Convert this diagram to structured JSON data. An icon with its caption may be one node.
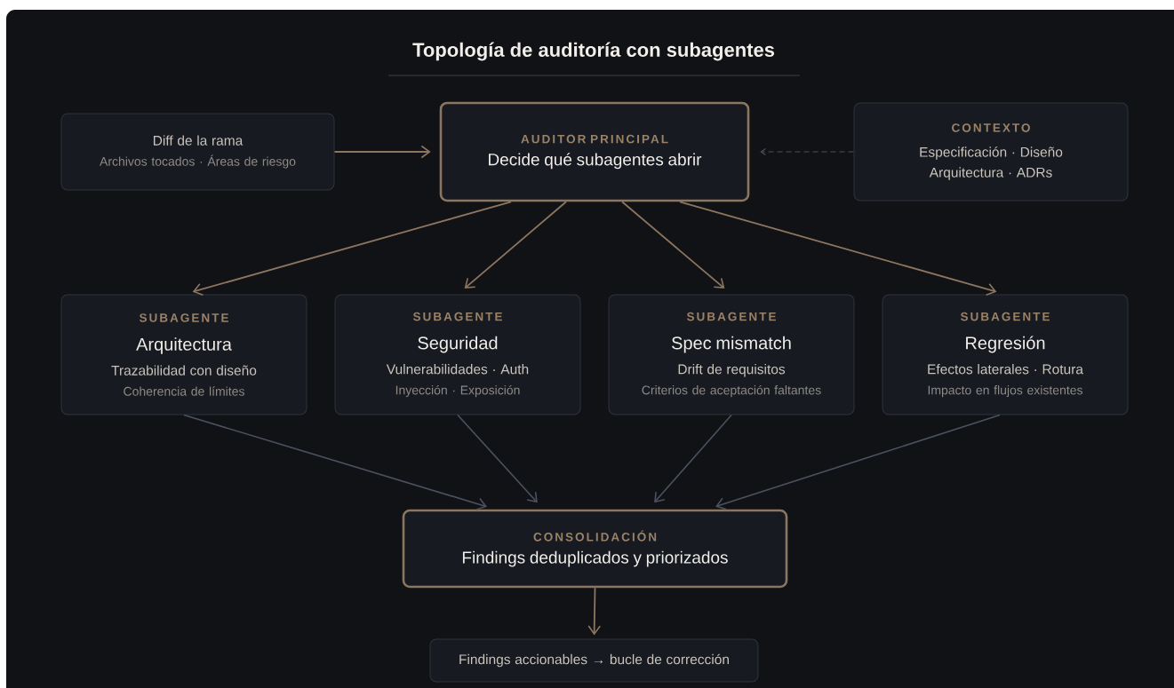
{
  "diagram": {
    "title": "Topología de auditoría con subagentes",
    "nodes": [
      {
        "text": [
          "Diff de la rama",
          "Archivos tocados · Áreas de riesgo"
        ]
      },
      {
        "text": [
          "AUDITOR PRINCIPAL",
          "Decide qué subagentes abrir"
        ]
      },
      {
        "text": [
          "CONTEXTO",
          "Especificación · Diseño Arquitectura · ADRs"
        ]
      },
      {
        "text": [
          "SUBAGENTE",
          "Arquitectura",
          "Trazabilidad con diseño",
          "Coherencia de límites"
        ]
      },
      {
        "text": [
          "SUBAGENTE",
          "Seguridad",
          "Vulnerabilidades · Auth",
          "Inyección · Exposición"
        ]
      },
      {
        "text": [
          "SUBAGENTE",
          "Spec mismatch",
          "Drift de requisitos",
          "Criterios de aceptación faltantes"
        ]
      },
      {
        "text": [
          "SUBAGENTE",
          "Regresión",
          "Efectos laterales · Rotura",
          "Impacto en flujos existentes"
        ]
      },
      {
        "text": [
          "CONSOLIDACIÓN",
          "Findings deduplicados y priorizados"
        ]
      },
      {
        "text": [
          "Findings accionables → bucle de corrección"
        ]
      }
    ],
    "edges": [
      {
        "from": 0,
        "to": 1,
        "arrow": "to"
      },
      {
        "from": 2,
        "to": 1,
        "arrow": "to",
        "style": "dashed",
        "color": "#4a505a"
      },
      {
        "from": 1,
        "to": 3,
        "arrow": "to"
      },
      {
        "from": 1,
        "to": 4,
        "arrow": "to"
      },
      {
        "from": 1,
        "to": 5,
        "arrow": "to"
      },
      {
        "from": 1,
        "to": 6,
        "arrow": "to"
      },
      {
        "from": 3,
        "to": 7,
        "arrow": "to",
        "color": "#4a5260"
      },
      {
        "from": 4,
        "to": 7,
        "arrow": "to",
        "color": "#4a5260"
      },
      {
        "from": 5,
        "to": 7,
        "arrow": "to",
        "color": "#4a5260"
      },
      {
        "from": 6,
        "to": 7,
        "arrow": "to",
        "color": "#4a5260"
      },
      {
        "from": 7,
        "to": 8,
        "arrow": "to"
      }
    ]
  }
}
